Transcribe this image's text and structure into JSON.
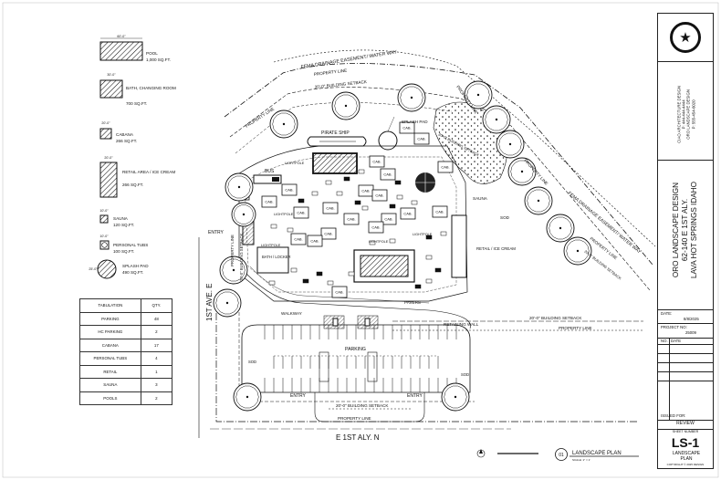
{
  "legend": [
    {
      "dim": "60'-0\"",
      "name": "POOL",
      "area": "1,000 SQ.FT."
    },
    {
      "dim": "30'-0\"",
      "name": "BATH, CHANGING ROOM",
      "area": "700 SQ.FT."
    },
    {
      "dim": "20'-0\"",
      "name": "CABANA",
      "area": "266 SQ.FT."
    },
    {
      "dim": "20'-0\"",
      "name": "RETAIL AREA / ICE CREAM",
      "area": "266 SQ.FT."
    },
    {
      "dim": "10'-0\"",
      "name": "SAUNA",
      "area": "120 SQ.FT."
    },
    {
      "dim": "10'-0\"",
      "name": "PERSONAL TUBS",
      "area": "100 SQ.FT."
    },
    {
      "dim": "25'-0\"",
      "name": "SPLASH PAD",
      "area": "490 SQ.FT."
    }
  ],
  "tabulation": {
    "headers": [
      "TABULATION",
      "QTY."
    ],
    "rows": [
      [
        "PARKING",
        "48"
      ],
      [
        "HC PARKING",
        "2"
      ],
      [
        "CABANA",
        "17"
      ],
      [
        "PERSONAL TUBS",
        "4"
      ],
      [
        "RETAIL",
        "1"
      ],
      [
        "SAUNA",
        "3"
      ],
      [
        "POOLS",
        "2"
      ]
    ]
  },
  "plan": {
    "fema_top": "FEMA DRAINAGE EASEMENT/ WATER WAY",
    "fema_right": "FEMA DRAINAGE EASEMENT/ WATER WAY",
    "property_line": "PROPERTY LINE",
    "setback": "20'-0\" BUILDING SETBACK",
    "splash_pad": "SPLASH PAD",
    "pirate_ship": "PIRATE SHIP",
    "bus": "BUS",
    "lightpole": "LIGHTPOLE",
    "cab": "CAB.",
    "sauna": "SAUNA",
    "sod": "SOD",
    "retail": "RETAIL / ICE CREAM",
    "bath": "BATH / LOCKER",
    "walkway": "WALKWAY",
    "pavers": "PAVERS",
    "retaining_wall": "RETAINING WALL",
    "parking": "PARKING",
    "entry": "ENTRY",
    "street_left": "1ST AVE. E",
    "street_bottom": "E 1ST ALY. N",
    "plan_number": "01",
    "plan_title": "LANDSCAPE PLAN",
    "plan_scale": "SCALE: 1\" = 1'",
    "north": "N"
  },
  "titleblock": {
    "logo_glyph": "★",
    "designer": "CIAO ARCHITECTURE DESIGN",
    "designer_lines": [
      "P: 444-444-4444",
      "ORO LANDSCAPE DESIGN",
      "P: 555-454-6020"
    ],
    "project_lines": [
      "ORO LANDSCAPE DESIGN",
      "62-140 E 1ST ALY.",
      "LAVA HOT SPRINGS IDAHO"
    ],
    "date_label": "DATE:",
    "date": "8/8/2025",
    "project_no_label": "PROJECT NO:",
    "project_no": "25009",
    "rev_header": [
      "NO.",
      "DATE"
    ],
    "issue_label": "ISSUED FOR:",
    "issue": "REVIEW",
    "sheet_label": "SHEET NUMBER",
    "sheet": "LS-1",
    "sheet_title": "LANDSCAPE PLAN",
    "copyright": "COPYRIGHT © 2025 DESIGN"
  },
  "colors": {
    "ink": "#111111",
    "paper": "#ffffff"
  }
}
